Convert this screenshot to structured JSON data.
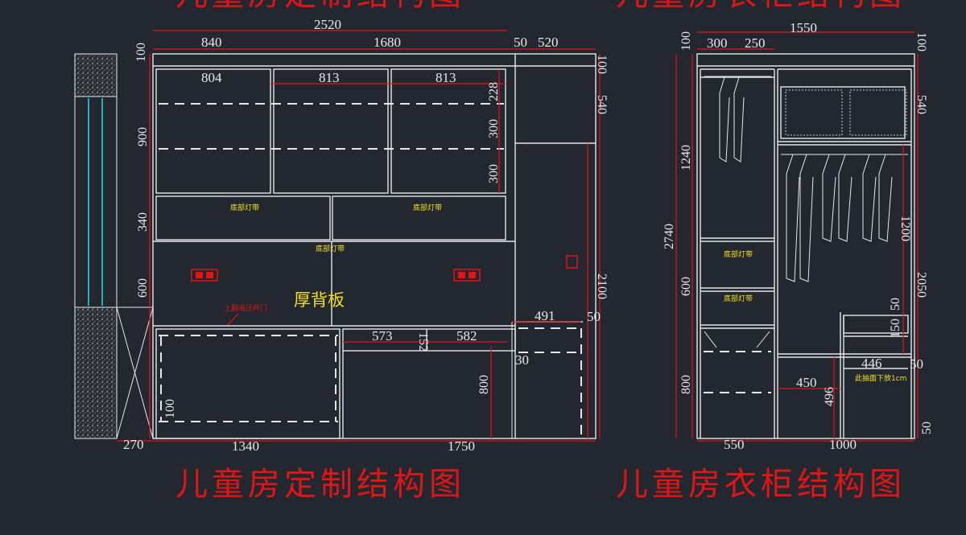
{
  "colors": {
    "background": "#232830",
    "line": "#e6e6e6",
    "dimension_red": "#e01515",
    "label_yellow": "#f0e020",
    "glass_cyan": "#2ad0d8"
  },
  "titles": {
    "left_top_partial": "儿童房定制结构图",
    "right_top_partial": "儿童房衣柜结构图",
    "left": "儿童房定制结构图",
    "right": "儿童房衣柜结构图"
  },
  "left_drawing": {
    "top_dims": {
      "total": "2520",
      "d840": "840",
      "d1680": "1680",
      "d50": "50",
      "d520": "520"
    },
    "shelf_dims": [
      "804",
      "813",
      "813"
    ],
    "left_dims": {
      "d100": "100",
      "d900": "900",
      "d340": "340",
      "d600": "600",
      "d100b": "100"
    },
    "inner_right_dims": {
      "d228": "228",
      "d300a": "300",
      "d300b": "300"
    },
    "right_dims": {
      "d100": "100",
      "d540": "540",
      "d2100": "2100",
      "d50": "50"
    },
    "desk_dims": {
      "d573": "573",
      "d152": "152",
      "d582": "582",
      "d491": "491",
      "d30": "30",
      "d800": "800"
    },
    "bottom_dims": {
      "d270": "270",
      "d1340": "1340",
      "d1750": "1750"
    },
    "labels": {
      "light_strip_a": "底部灯带",
      "light_strip_b": "底部灯带",
      "light_strip_c": "底部灯带",
      "back_panel": "厚背板",
      "flip_door": "上翻液压杆门"
    }
  },
  "right_drawing": {
    "top_dims": {
      "total": "1550",
      "d300": "300",
      "d250": "250"
    },
    "left_dims": {
      "d100": "100",
      "d1240": "1240",
      "d2740": "2740",
      "d600": "600",
      "d800": "800"
    },
    "right_dims": {
      "d100": "100",
      "d540": "540",
      "d1200": "1200",
      "d2050": "2050",
      "d50a": "50",
      "d150": "150",
      "d50b": "50",
      "d50c": "50"
    },
    "inner_dims": {
      "d446": "446",
      "d450": "450",
      "d496": "496"
    },
    "bottom_dims": {
      "d550": "550",
      "d1000": "1000"
    },
    "labels": {
      "light_strip_a": "底部灯带",
      "light_strip_b": "底部灯带",
      "drawer_note": "此抽面下放1cm"
    }
  }
}
